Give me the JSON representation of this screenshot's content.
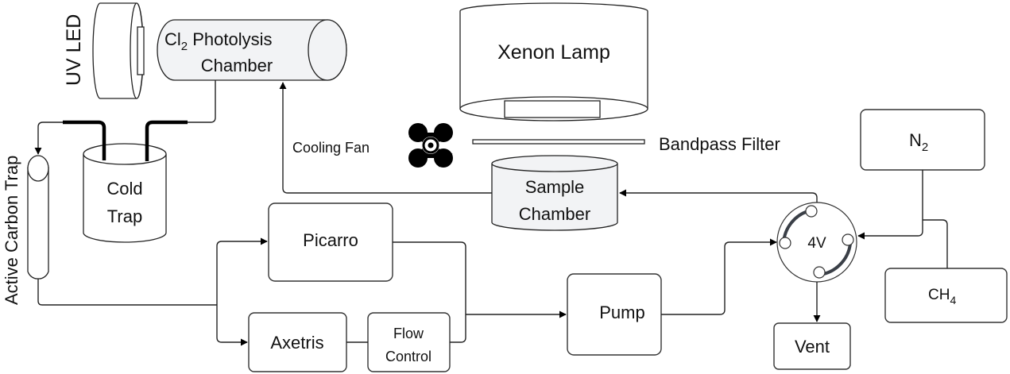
{
  "diagram": {
    "title": "Cl2 photolysis experimental setup",
    "components": {
      "uv_led": {
        "label": "UV LED"
      },
      "photolysis_chamber": {
        "label_line1_main": "Cl",
        "label_line1_sub": "2",
        "label_line1_rest": " Photolysis",
        "label_line2": "Chamber"
      },
      "cold_trap": {
        "label_line1": "Cold",
        "label_line2": "Trap"
      },
      "carbon_trap": {
        "label": "Active Carbon Trap"
      },
      "xenon_lamp": {
        "label": "Xenon Lamp"
      },
      "cooling_fan": {
        "label": "Cooling Fan"
      },
      "bandpass_filter": {
        "label": "Bandpass Filter"
      },
      "sample_chamber": {
        "label_line1": "Sample",
        "label_line2": "Chamber"
      },
      "picarro": {
        "label": "Picarro"
      },
      "axetris": {
        "label": "Axetris"
      },
      "flow_control": {
        "label_line1": "Flow",
        "label_line2": "Control"
      },
      "pump": {
        "label": "Pump"
      },
      "valve": {
        "label": "4V"
      },
      "vent": {
        "label": "Vent"
      },
      "n2": {
        "label_main": "N",
        "label_sub": "2"
      },
      "ch4": {
        "label_main": "CH",
        "label_sub": "4"
      }
    },
    "colors": {
      "chamber_fill": "#f2f3f5",
      "stroke": "#222222",
      "valve_channel": "#3a3f47"
    }
  }
}
